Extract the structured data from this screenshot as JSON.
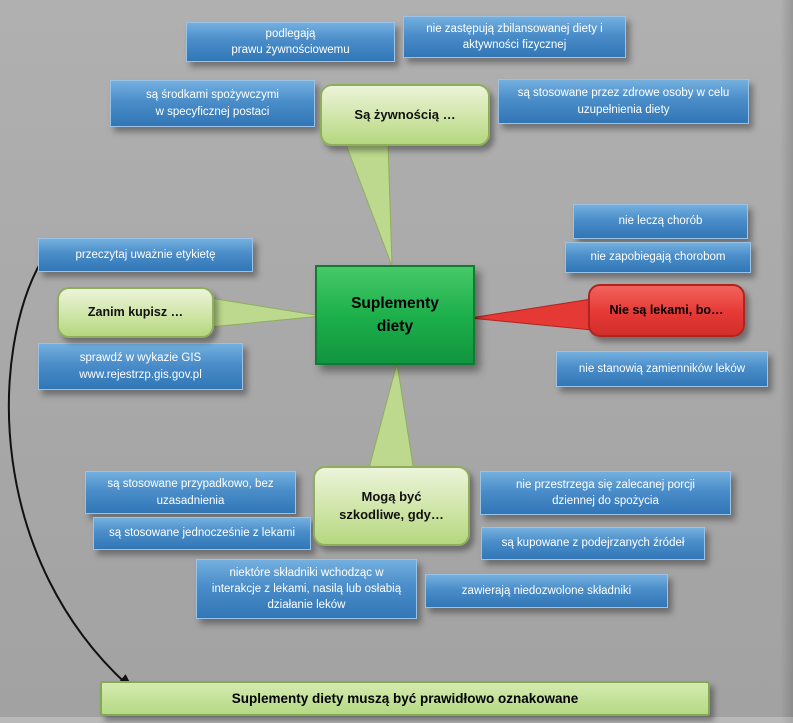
{
  "center": {
    "label": "Suplementy\ndiety"
  },
  "callouts": {
    "food": {
      "label": "Są żywnością …"
    },
    "before_buy": {
      "label": "Zanim kupisz …"
    },
    "not_medicine": {
      "label": "Nie są lekami, bo…"
    },
    "harmful": {
      "label": "Mogą być\nszkodliwe, gdy…"
    }
  },
  "food_notes": [
    "podlegają\nprawu żywnościowemu",
    "nie zastępują zbilansowanej diety i\naktywności fizycznej",
    "są środkami spożywczymi\nw specyficznej postaci",
    "są stosowane przez zdrowe osoby w celu\nuzupełnienia diety"
  ],
  "before_buy_notes": [
    "przeczytaj uważnie etykietę",
    "sprawdź w wykazie GIS\nwww.rejestrzp.gis.gov.pl"
  ],
  "not_medicine_notes": [
    "nie leczą chorób",
    "nie zapobiegają chorobom",
    "nie stanowią zamienników leków"
  ],
  "harmful_notes": [
    "są stosowane przypadkowo, bez\nuzasadnienia",
    "są stosowane jednocześnie z lekami",
    "nie przestrzega się zalecanej porcji\ndziennej do spożycia",
    "są kupowane z podejrzanych źródeł",
    "niektóre składniki wchodząc w\ninterakcje z lekami, nasilą lub osłabią\ndziałanie leków",
    "zawierają niedozwolone składniki"
  ],
  "banner": {
    "label": "Suplementy diety muszą być prawidłowo oznakowane"
  },
  "colors": {
    "note_blue": "#4a8dc9",
    "callout_green": "#cfe5a7",
    "center_green": "#1db04b",
    "alert_red": "#e53935",
    "banner_green": "#b4da84",
    "background_gray": "#a7a7a7"
  }
}
